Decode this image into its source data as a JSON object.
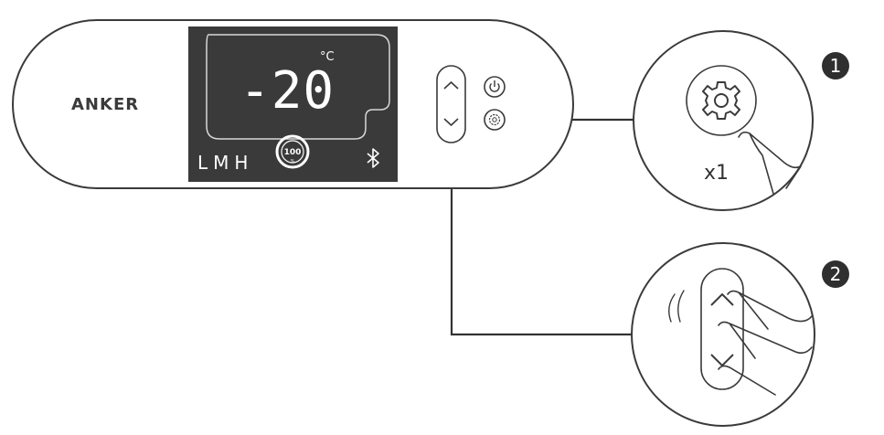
{
  "brand": "ANKER",
  "display": {
    "temperature": "-20",
    "unit": "°C",
    "modes": "LMH",
    "battery": "100",
    "battery_unit": "%"
  },
  "steps": [
    {
      "number": "1",
      "label": "x1"
    },
    {
      "number": "2"
    }
  ],
  "colors": {
    "screen": "#3a3a3a",
    "outline": "#3a3a3a",
    "badge": "#2f2f2f"
  },
  "icons": [
    "power-icon",
    "gear-icon",
    "chevron-up-icon",
    "chevron-down-icon",
    "bluetooth-icon",
    "hand-pointer-icon"
  ]
}
